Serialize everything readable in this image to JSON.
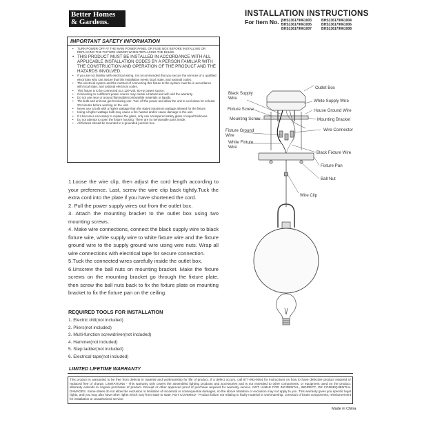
{
  "brand": {
    "line1": "Better Homes",
    "line2": "& Gardens."
  },
  "header": {
    "title": "INSTALLATION INSTRUCTIONS",
    "item_label": "For Item No. :",
    "items_col1": [
      "BHS136179061003",
      "BHS136179061005",
      "BHS136179061007"
    ],
    "items_col2": [
      "BHS136179061004",
      "BHS136179061006",
      "BHS136179061008"
    ]
  },
  "safety": {
    "title": "IMPORTANT SAFETY INFORMATION",
    "items": [
      "TURN POWER OFF AT THE MAIN POWER PANEL OR FUSE BOX BEFORE INSTALLING OR REPLACING THE FIXTURE AND/OR WHEN REPLACING THE BULBS.",
      "THIS PRODUCT MUST BE INSTALLED IN ACCORDANCE WITH ALL APPLICABLE INSTALLATION CODES BY A PERSON FAMILIAR WITH THE CONSTRUCTION AND OPERATION OF THE PRODUCT AND THE HAZARDS INVOLVED.",
      "If you are not familiar with electrical wiring, it is recommended that you secure the services of a qualified electrician who can assure that this installation meets local, state, and national codes.",
      "The electrical system and the method of connecting this fixture to the system must be in accordance with local state, and national electrical codes.",
      "This fixture is to be connected to a 120-Volt, 60 Hz power source.",
      "Connecting to a different power source may create a hazard and will void the warranty.",
      "Do not use near or around flammable/combustible materials or liquids.",
      "The bulb and unit can get hot during use. Turn off the power and allow the unit to cool down for at least 20 minutes before working on the unit.",
      "Never use a bulb with a higher wattage than the stated maximum wattage allowed for the fixture.",
      "Using a higher wattage bulb may cause a fire hazard and/or cause damage to the unit.",
      "If it becomes necessary to replace the glass, only use a tempered safety glass of equal thickness.",
      "Do not attempt to open the fixture housing. There are no serviceable parts inside.",
      "All fixtures should be mounted to a grounded junction box."
    ]
  },
  "steps": [
    "1.Loose the wire clip, then adjust the cord length according to your preference. Last, screw the wire clip back tightly.Tuck the extra cord into the plate if you have shortened the cord.",
    "2. Pull the power supply wires out from the outlet box.",
    "3. Attach the mounting bracket to the outlet box using two mounting screws.",
    "4. Make wire connections, connect the black supply wire to black fixture wire, white supply wire to white fixture wire and the fixture ground wire to the supply ground wire using wire nuts. Wrap all wire connections with electrical tape for secure connection.",
    "5.Tuck the connected wires carefully inside the outlet box.",
    "6.Unscrew the ball nuts on mounting bracket. Make the fixture screws on the mounting bracket go through the fixture plate, then screw the ball nuts back to fix the fixture plate on mounting bracket to fix the fixture pan on the ceiling."
  ],
  "tools": {
    "title": "REQUIRED TOOLS FOR INSTALLATION",
    "items": [
      "1. Electric drill(not included)",
      "2. Pliers(not included)",
      "3. Multi-function screwdriver(not included)",
      "4. Hammer(not included)",
      "5. Step ladder(not included)",
      "6. Electrical tape(not included)"
    ]
  },
  "diagram": {
    "labels": {
      "outlet_box": "Outlet Box",
      "black_supply": "Black Supply\nWire",
      "white_supply": "White Supply Wire",
      "fixture_screw": "Fixture Screw",
      "house_ground": "House Ground Wire",
      "mounting_screw": "Mounting Screw",
      "mounting_bracket": "Mounting Bracket",
      "fixture_ground": "Fixture Ground\nWire",
      "wire_connector": "Wire Connector",
      "white_fixture": "White Fixture\nWire",
      "black_fixture": "Black Fixture Wire",
      "fixture_pan": "Fixture Pan",
      "ball_nut": "Ball Nut",
      "wire_clip": "Wire Clip"
    }
  },
  "warranty": {
    "title": "LIMITED LIFETIME WARRANTY",
    "text": "This product is warranted to be free from defects in material and workmanship for life of product. If a defect occurs, call 877-993-9054 for instructions on how to have defective product repaired or replaced free of charge. LIMITATIONS - This warranty only covers the assembled lighting products and accessories and is not extended to other components, or equipment used on the product. Warranty extends to original purchaser of product. Receipt or other approved proof of purchase required for warranty service. NOT LIABLE FOR INCIDENTAL, INDIRECT, OR CONSEQUENTIAL DAMAGES. Some states do not allow the exclusion or limitation of incidental or consequential damages, so the above limitation or exclusion may not apply to you. This warranty gives you specific legal rights, and you may also have other rights which vary from state to state. NOT COVERED - Product failure not relating to faulty material or workmanship, corrosion of brass components, reimbursement for installation or unauthorized service.",
    "made_in": "Made in China"
  }
}
